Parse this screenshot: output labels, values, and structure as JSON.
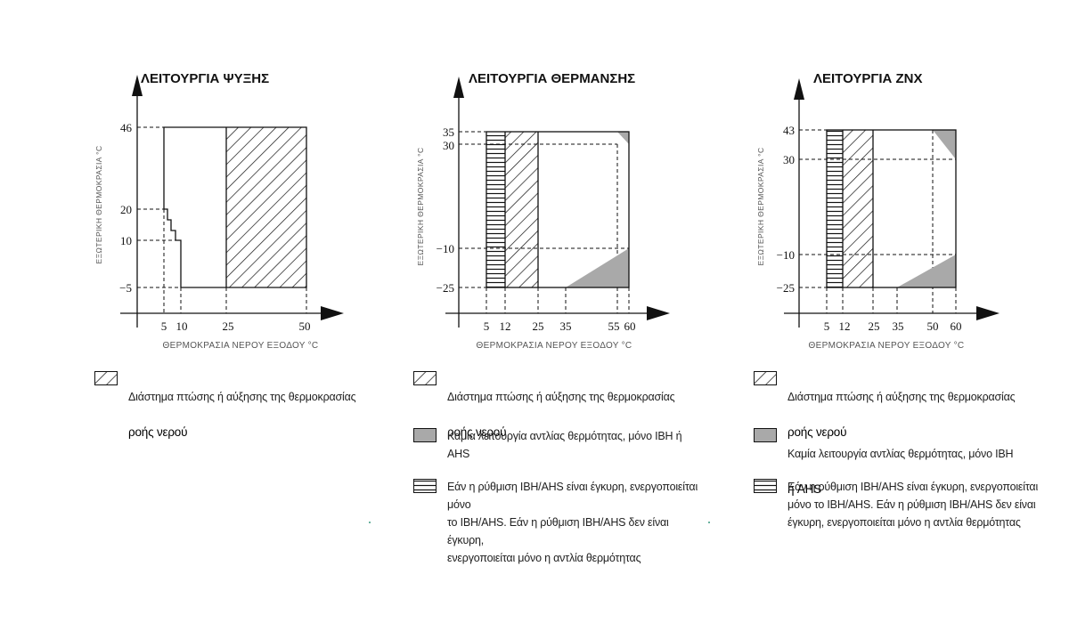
{
  "chart_data": [
    {
      "type": "area",
      "title": "ΛΕΙΤΟΥΡΓΙΑ ΨΥΞΗΣ",
      "xlabel": "ΘΕΡΜΟΚΡΑΣΙΑ ΝΕΡΟΥ ΕΞΟΔΟΥ °C",
      "ylabel": "ΕΞΩΤΕΡΙΚΗ ΘΕΡΜΟΚΡΑΣΙΑ °C",
      "x_ticks": [
        "5",
        "10",
        "25",
        "50"
      ],
      "y_ticks": [
        "46",
        "20",
        "10",
        "−5"
      ],
      "regions": [
        {
          "legend": "hatch",
          "polygon": [
            [
              25,
              -5
            ],
            [
              50,
              -5
            ],
            [
              50,
              46
            ],
            [
              25,
              46
            ]
          ]
        }
      ],
      "boundary": [
        [
          5,
          46
        ],
        [
          50,
          46
        ],
        [
          50,
          -5
        ],
        [
          10,
          -5
        ],
        [
          10,
          10
        ],
        [
          8.5,
          10
        ],
        [
          8.5,
          13
        ],
        [
          7,
          13
        ],
        [
          7,
          17
        ],
        [
          6,
          17
        ],
        [
          6,
          20
        ],
        [
          5,
          20
        ],
        [
          5,
          46
        ]
      ]
    },
    {
      "type": "area",
      "title": "ΛΕΙΤΟΥΡΓΙΑ ΘΕΡΜΑΝΣΗΣ",
      "xlabel": "ΘΕΡΜΟΚΡΑΣΙΑ ΝΕΡΟΥ ΕΞΟΔΟΥ °C",
      "ylabel": "ΕΞΩΤΕΡΙΚΗ ΘΕΡΜΟΚΡΑΣΙΑ °C",
      "x_ticks": [
        "5",
        "12",
        "25",
        "35",
        "55",
        "60"
      ],
      "y_ticks": [
        "35",
        "30",
        "−10",
        "−25"
      ],
      "regions": [
        {
          "legend": "horizontal",
          "polygon": [
            [
              5,
              -25
            ],
            [
              12,
              -25
            ],
            [
              12,
              35
            ],
            [
              5,
              35
            ]
          ]
        },
        {
          "legend": "hatch",
          "polygon": [
            [
              12,
              -25
            ],
            [
              25,
              -25
            ],
            [
              25,
              35
            ],
            [
              12,
              35
            ]
          ]
        },
        {
          "legend": "grey",
          "polygon": [
            [
              35,
              -25
            ],
            [
              60,
              -25
            ],
            [
              60,
              -10
            ]
          ]
        },
        {
          "legend": "grey",
          "polygon": [
            [
              55,
              35
            ],
            [
              60,
              35
            ],
            [
              60,
              30
            ]
          ]
        }
      ],
      "boundary": [
        [
          5,
          35
        ],
        [
          60,
          35
        ],
        [
          60,
          -25
        ],
        [
          5,
          -25
        ]
      ]
    },
    {
      "type": "area",
      "title": "ΛΕΙΤΟΥΡΓΙΑ ΖΝΧ",
      "xlabel": "ΘΕΡΜΟΚΡΑΣΙΑ ΝΕΡΟΥ ΕΞΟΔΟΥ °C",
      "ylabel": "ΕΞΩΤΕΡΙΚΗ ΘΕΡΜΟΚΡΑΣΙΑ °C",
      "x_ticks": [
        "5",
        "12",
        "25",
        "35",
        "50",
        "60"
      ],
      "y_ticks": [
        "43",
        "30",
        "−10",
        "−25"
      ],
      "regions": [
        {
          "legend": "horizontal",
          "polygon": [
            [
              5,
              -25
            ],
            [
              12,
              -25
            ],
            [
              12,
              43
            ],
            [
              5,
              43
            ]
          ]
        },
        {
          "legend": "hatch",
          "polygon": [
            [
              12,
              -25
            ],
            [
              25,
              -25
            ],
            [
              25,
              43
            ],
            [
              12,
              43
            ]
          ]
        },
        {
          "legend": "grey",
          "polygon": [
            [
              35,
              -25
            ],
            [
              60,
              -25
            ],
            [
              60,
              -10
            ]
          ]
        },
        {
          "legend": "grey",
          "polygon": [
            [
              50,
              43
            ],
            [
              60,
              43
            ],
            [
              60,
              30
            ]
          ]
        }
      ],
      "boundary": [
        [
          5,
          43
        ],
        [
          60,
          43
        ],
        [
          60,
          -25
        ],
        [
          5,
          -25
        ]
      ]
    }
  ],
  "legend_text": {
    "hatch_line1": "Διάστημα πτώσης ή αύξησης της θερμοκρασίας",
    "hatch_line2": "ροής νερού",
    "grey_heat": "Καμία λειτουργία αντλίας θερμότητας, μόνο IBH ή AHS",
    "grey_dhw_line1": "Καμία λειτουργία αντλίας θερμότητας, μόνο IBH",
    "grey_dhw_line2": "ή AHS",
    "horiz_heat": "Εάν η ρύθμιση IBH/AHS είναι έγκυρη, ενεργοποιείται μόνο\nτο IBH/AHS. Εάν η ρύθμιση IBH/AHS δεν είναι έγκυρη,\nενεργοποιείται μόνο η αντλία θερμότητας",
    "horiz_dhw": "Εάν η ρύθμιση IBH/AHS είναι έγκυρη, ενεργοποιείται\nμόνο το IBH/AHS. Εάν η ρύθμιση IBH/AHS δεν είναι\nέγκυρη, ενεργοποιείται μόνο η αντλία θερμότητας"
  },
  "colors": {
    "line": "#111111",
    "grey_fill": "#a9a9a9",
    "hatch": "#111111"
  }
}
